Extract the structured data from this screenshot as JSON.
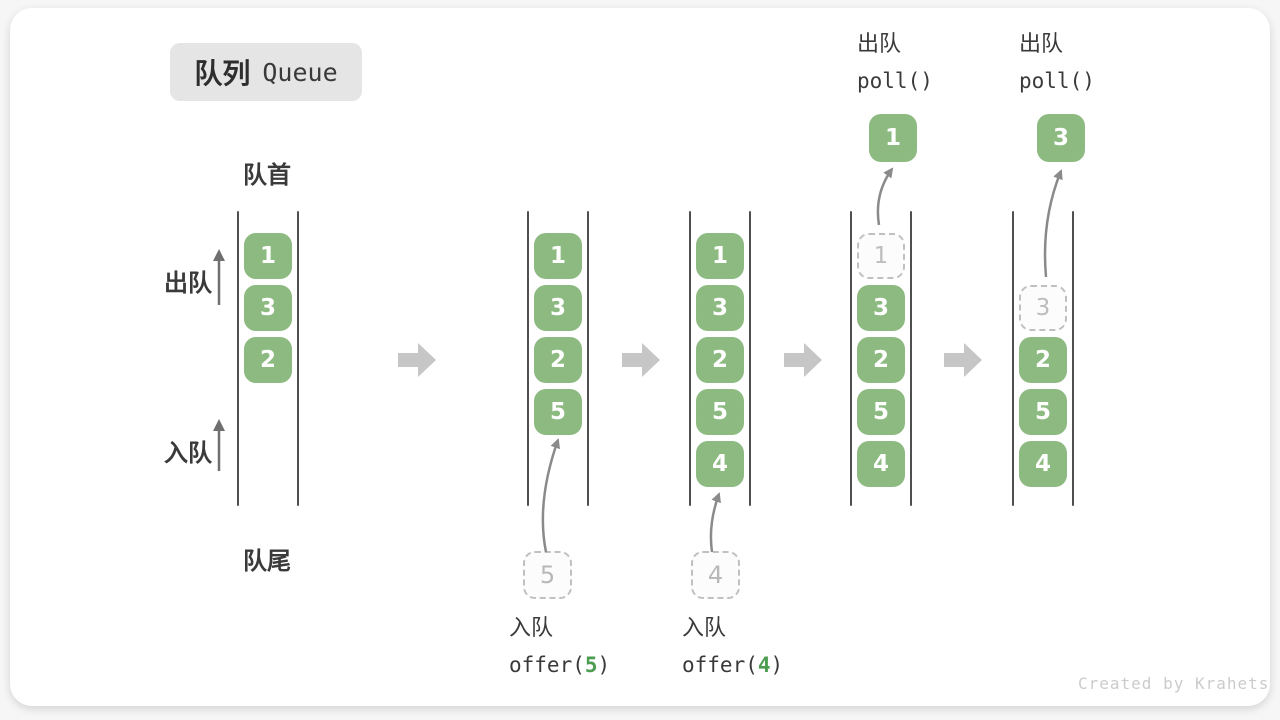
{
  "title": {
    "zh": "队列",
    "en": "Queue"
  },
  "side_labels": {
    "front": "队首",
    "rear": "队尾",
    "dequeue": "出队",
    "enqueue": "入队"
  },
  "queues": [
    {
      "items": [
        "1",
        "3",
        "2"
      ]
    },
    {
      "items": [
        "1",
        "3",
        "2",
        "5"
      ],
      "incoming": "5"
    },
    {
      "items": [
        "1",
        "3",
        "2",
        "5",
        "4"
      ],
      "incoming": "4"
    },
    {
      "items": [
        "3",
        "2",
        "5",
        "4"
      ],
      "ghost": "1",
      "popped": "1"
    },
    {
      "items": [
        "2",
        "5",
        "4"
      ],
      "ghost": "3",
      "popped": "3"
    }
  ],
  "ops": {
    "enqueue5": {
      "action": "入队",
      "fn": "offer(",
      "arg": "5",
      "close": ")"
    },
    "enqueue4": {
      "action": "入队",
      "fn": "offer(",
      "arg": "4",
      "close": ")"
    },
    "poll1": {
      "action": "出队",
      "fn": "poll()"
    },
    "poll2": {
      "action": "出队",
      "fn": "poll()"
    }
  },
  "colors": {
    "item_green": "#8cba80",
    "code_arg_green": "#4d9d50",
    "block_arrow_grey": "#c6c6c6",
    "badge_grey": "#e5e5e5",
    "wall_grey": "#4f4f4f",
    "curve_arrow_grey": "#8a8a8a"
  },
  "watermark": "Created by Krahets"
}
